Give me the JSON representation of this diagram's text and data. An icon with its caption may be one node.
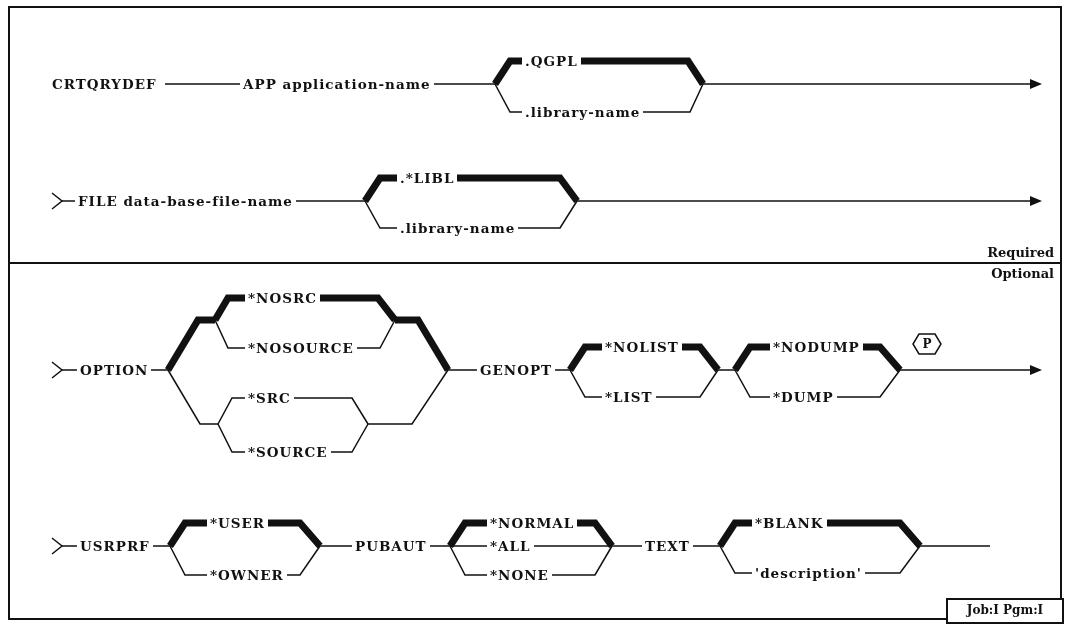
{
  "diagram": {
    "nodes": [
      {
        "text": [
          "Required"
        ]
      },
      {
        "text": [
          "Optional"
        ]
      },
      {
        "text": [
          "P"
        ],
        "in": 1
      },
      {
        "text": [
          "Job:I Pgm:I"
        ],
        "in": 1
      }
    ],
    "labels": [
      "CRTQRYDEF",
      "APP application-name",
      ".QGPL",
      ".library-name",
      "FILE data-base-file-name",
      ".*LIBL",
      ".library-name",
      "*NOSRC",
      "*NOSOURCE",
      "*NOLIST",
      "*NODUMP",
      "OPTION",
      "GENOPT",
      "*SRC",
      "*LIST",
      "*DUMP",
      "*SOURCE",
      "*USER",
      "*NORMAL",
      "*BLANK",
      "USRPRF",
      "PUBAUT",
      "*ALL",
      "TEXT",
      "*OWNER",
      "*NONE",
      "'description'"
    ]
  }
}
